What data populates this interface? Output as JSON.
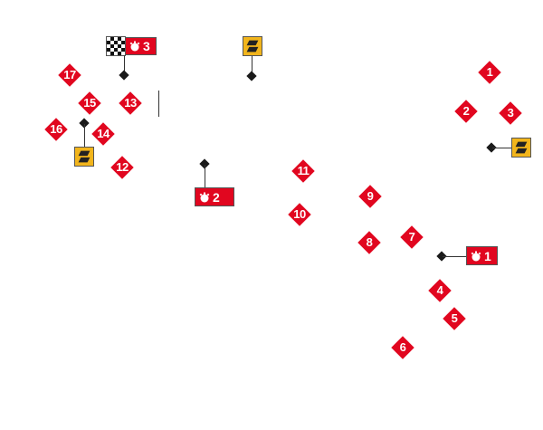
{
  "turns": [
    "1",
    "2",
    "3",
    "4",
    "5",
    "6",
    "7",
    "8",
    "9",
    "10",
    "11",
    "12",
    "13",
    "14",
    "15",
    "16",
    "17"
  ],
  "sectors": [
    {
      "label": "1"
    },
    {
      "label": "2"
    },
    {
      "label": "3"
    }
  ],
  "icons": {
    "sector": "stopwatch-icon",
    "drs": "drs-zone-icon",
    "finish": "checkered-flag-icon"
  },
  "colors": {
    "turn": "#e1061f",
    "drs": "#f2b51c",
    "marker": "#1a1a1a"
  }
}
